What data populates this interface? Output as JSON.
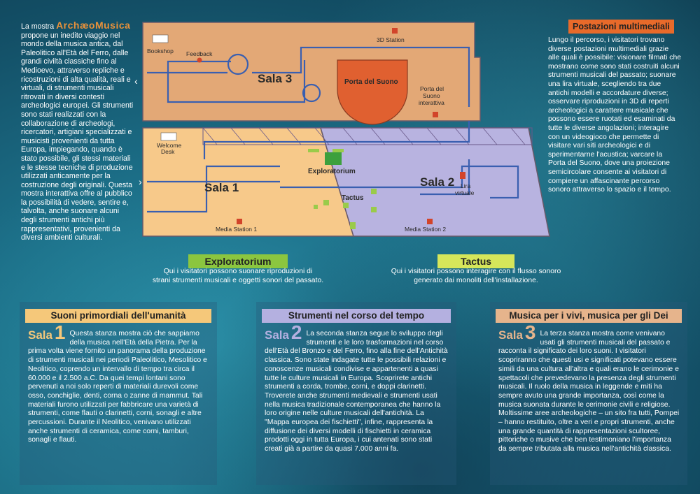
{
  "intro": {
    "lead": "La mostra",
    "brand": "ArchæoMusica",
    "text": "propone un inedito viaggio nel mondo della musica antica, dal Paleolitico all'Età del Ferro, dalle grandi civiltà classiche fino al Medioevo, attraverso repliche e ricostruzioni di alta qualità, reali e virtuali, di strumenti musicali ritrovati in diversi contesti archeologici europei. Gli strumenti sono stati realizzati con la collaborazione di archeologi, ricercatori, artigiani specializzati e musicisti provenienti da tutta Europa, impiegando, quando è stato possibile, gli stessi materiali e le stesse tecniche di produzione utilizzati anticamente per la costruzione degli originali. Questa mostra interattiva offre al pubblico la possibilità di vedere, sentire e, talvolta, anche suonare alcuni degli strumenti antichi più rappresentativi, provenienti da diversi ambienti culturali."
  },
  "multimedia": {
    "title": "Postazioni multimediali",
    "text": "Lungo il percorso, i visitatori trovano diverse postazioni multimediali grazie alle quali è possibile: visionare filmati che mostrano come sono stati costruiti alcuni strumenti musicali del passato; suonare una lira virtuale, scegliendo tra due antichi modelli e accordature diverse; osservare riproduzioni in 3D di reperti archeologici a carattere musicale che possono essere ruotati ed esaminati da tutte le diverse angolazioni; interagire con un videogioco che permette di visitare vari siti archeologici e di sperimentarne l'acustica; varcare la Porta del Suono, dove una proiezione semicircolare consente ai visitatori di compiere un affascinante percorso sonoro attraverso lo spazio e il tempo."
  },
  "plan": {
    "sala1": "Sala 1",
    "sala2": "Sala 2",
    "sala3": "Sala 3",
    "porta": "Porta del Suono",
    "porta_interattiva": [
      "Porta del",
      "Suono",
      "interattiva"
    ],
    "station3d": "3D Station",
    "bookshop": "Bookshop",
    "feedback": "Feedback",
    "welcome": [
      "Welcome",
      "Desk"
    ],
    "exploratorium": "Exploratorium",
    "tactus": "Tactus",
    "lira": [
      "Lira",
      "virtuale"
    ],
    "media1": "Media Station 1",
    "media2": "Media Station 2"
  },
  "exploratorium": {
    "title": "Exploratorium",
    "desc": [
      "Qui i visitatori possono suonare riproduzioni di",
      "strani strumenti musicali e oggetti sonori del passato."
    ]
  },
  "tactus": {
    "title": "Tactus",
    "desc": [
      "Qui i visitatori possono interagire con il flusso sonoro",
      "generato dai monoliti dell'installazione."
    ]
  },
  "panels": [
    {
      "title": "Suoni primordiali dell'umanità",
      "sala_word": "Sala",
      "sala_num": "1",
      "text": "Questa stanza mostra ciò che sappiamo della musica nell'Età della Pietra. Per la prima volta viene fornito un panorama della produzione di strumenti musicali nei periodi Paleolitico, Mesolitico e Neolitico, coprendo un intervallo di tempo tra circa il 60.000 e il 2.500 a.C. Da quei tempi lontani sono pervenuti a noi solo reperti di materiali durevoli come osso, conchiglie, denti, corna o zanne di mammut. Tali materiali furono utilizzati per fabbricare una varietà di strumenti, come flauti o clarinetti, corni, sonagli e altre percussioni. Durante il Neolitico, venivano utilizzati anche strumenti di ceramica, come corni, tamburi, sonagli e flauti."
    },
    {
      "title": "Strumenti nel corso del tempo",
      "sala_word": "Sala",
      "sala_num": "2",
      "text": "La seconda stanza segue lo sviluppo degli strumenti e le loro trasformazioni nel corso dell'Età del Bronzo e del Ferro, fino alla fine dell'Antichità classica. Sono state indagate tutte le possibili relazioni e conoscenze musicali condivise e appartenenti a quasi tutte le culture musicali in Europa. Scoprirete antichi strumenti a corda, trombe, corni, e doppi clarinetti. Troverete anche strumenti medievali e strumenti usati nella musica tradizionale contemporanea che hanno la loro origine nelle culture musicali dell'antichità. La \"Mappa europea dei fischietti\", infine, rappresenta la diffusione dei diversi modelli di fischietti in ceramica prodotti oggi in tutta Europa, i cui antenati sono stati creati già a partire da quasi 7.000 anni fa."
    },
    {
      "title": "Musica per i vivi, musica per gli Dei",
      "sala_word": "Sala",
      "sala_num": "3",
      "text": "La terza stanza mostra come venivano usati gli strumenti musicali del passato e racconta il significato dei loro suoni. I visitatori scopriranno che questi usi e significati potevano essere simili da una cultura all'altra e quali erano le cerimonie e spettacoli che prevedevano la presenza degli strumenti musicali. Il ruolo della musica in leggende e miti ha sempre avuto una grande importanza, così come la musica suonata durante le cerimonie civili e religiose. Moltissime aree archeologiche – un sito fra tutti, Pompei – hanno restituito, oltre a veri e propri strumenti, anche una grande quantità di rappresentazioni scultoree, pittoriche o musive che ben testimoniano l'importanza da sempre tributata alla musica nell'antichità classica."
    }
  ],
  "colors": {
    "sala1": "#f7c98a",
    "sala2": "#b8b3e0",
    "sala3": "#e3a876",
    "panel1_head": "#f5c87a",
    "panel2_head": "#b4b0e0",
    "panel3_head": "#e6b48c",
    "exploratorium_head": "#8bc63f",
    "tactus_head": "#d6e65a"
  }
}
